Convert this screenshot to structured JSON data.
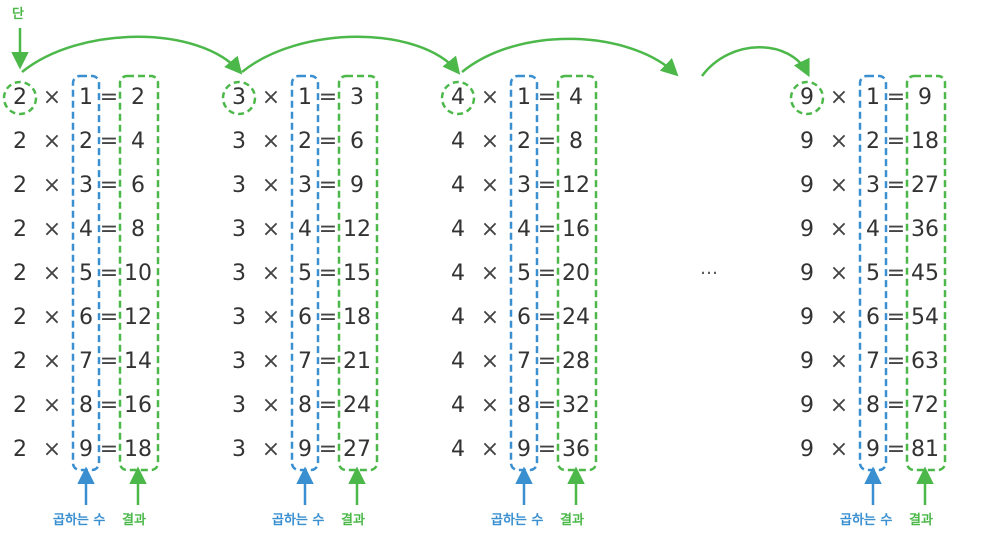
{
  "top_label": "단",
  "ellipsis": "…",
  "times_symbol": "×",
  "equals_symbol": "=",
  "multiplier_label": "곱하는 수",
  "result_label": "결과",
  "colors": {
    "multiplier_box": "#3a8fd0",
    "result_box": "#4cb84a",
    "text": "#333333"
  },
  "tables": [
    {
      "dan": "2",
      "multipliers": [
        "1",
        "2",
        "3",
        "4",
        "5",
        "6",
        "7",
        "8",
        "9"
      ],
      "results": [
        "2",
        "4",
        "6",
        "8",
        "10",
        "12",
        "14",
        "16",
        "18"
      ]
    },
    {
      "dan": "3",
      "multipliers": [
        "1",
        "2",
        "3",
        "4",
        "5",
        "6",
        "7",
        "8",
        "9"
      ],
      "results": [
        "3",
        "6",
        "9",
        "12",
        "15",
        "18",
        "21",
        "24",
        "27"
      ]
    },
    {
      "dan": "4",
      "multipliers": [
        "1",
        "2",
        "3",
        "4",
        "5",
        "6",
        "7",
        "8",
        "9"
      ],
      "results": [
        "4",
        "8",
        "12",
        "16",
        "20",
        "24",
        "28",
        "32",
        "36"
      ]
    },
    {
      "dan": "9",
      "multipliers": [
        "1",
        "2",
        "3",
        "4",
        "5",
        "6",
        "7",
        "8",
        "9"
      ],
      "results": [
        "9",
        "18",
        "27",
        "36",
        "45",
        "54",
        "63",
        "72",
        "81"
      ]
    }
  ]
}
